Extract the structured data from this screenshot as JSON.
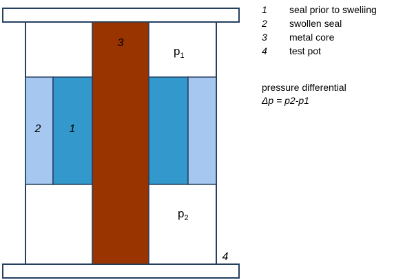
{
  "colors": {
    "outline": "#243F60",
    "swollen_seal": "#3399CC",
    "seal_prior": "#A6C8F0",
    "metal_core": "#993300",
    "background": "#FFFFFF"
  },
  "labels": {
    "seal_prior": "2",
    "swollen_seal": "1",
    "metal_core": "3",
    "test_pot": "4",
    "p1_base": "p",
    "p1_sub": "1",
    "p2_base": "p",
    "p2_sub": "2"
  },
  "legend": [
    {
      "num": "1",
      "text": "seal prior to sweliing"
    },
    {
      "num": "2",
      "text": "swollen seal"
    },
    {
      "num": "3",
      "text": "metal core"
    },
    {
      "num": "4",
      "text": "test pot"
    }
  ],
  "pressure": {
    "title": "pressure differential",
    "formula": "Δp = p2-p1"
  }
}
